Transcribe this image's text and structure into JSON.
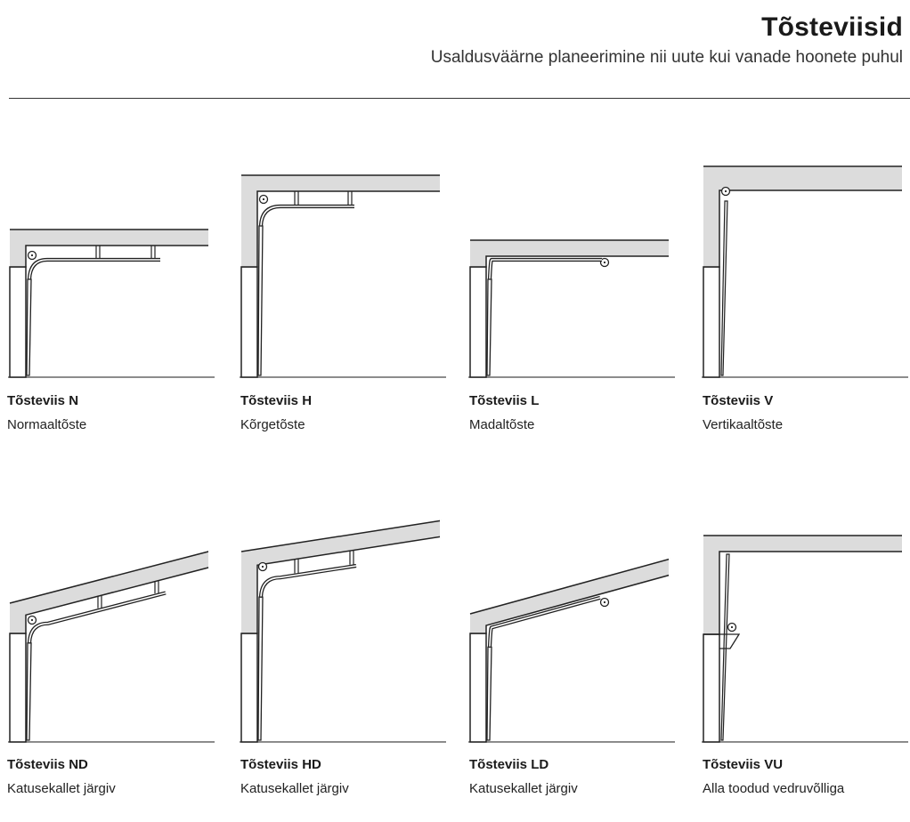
{
  "header": {
    "title": "Tõsteviisid",
    "subtitle": "Usaldusväärne planeerimine nii uute kui vanade hoonete puhul"
  },
  "diagrams": [
    {
      "title": "Tõsteviis N",
      "subtitle": "Normaaltõste"
    },
    {
      "title": "Tõsteviis H",
      "subtitle": "Kõrgetõste"
    },
    {
      "title": "Tõsteviis L",
      "subtitle": "Madaltõste"
    },
    {
      "title": "Tõsteviis V",
      "subtitle": "Vertikaaltõste"
    },
    {
      "title": "Tõsteviis ND",
      "subtitle": "Katusekallet järgiv"
    },
    {
      "title": "Tõsteviis HD",
      "subtitle": "Katusekallet järgiv"
    },
    {
      "title": "Tõsteviis LD",
      "subtitle": "Katusekallet järgiv"
    },
    {
      "title": "Tõsteviis VU",
      "subtitle": "Alla toodud vedruvõlliga"
    }
  ],
  "colors": {
    "wall_fill": "#dcdcdc",
    "line": "#222222",
    "floor": "#666666"
  }
}
